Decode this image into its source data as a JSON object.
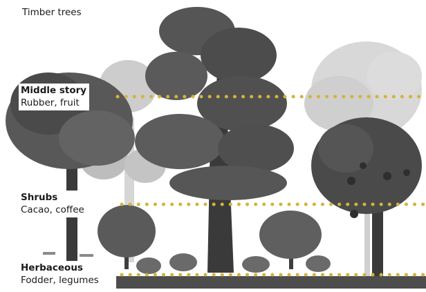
{
  "layers": [
    {
      "id": "timber",
      "title": "Timber trees"
    },
    {
      "id": "middle",
      "title": "Middle story",
      "subtitle": "Rubber, fruit"
    },
    {
      "id": "shrubs",
      "title": "Shrubs",
      "subtitle": "Cacao, coffee"
    },
    {
      "id": "herbaceous",
      "title": "Herbaceous",
      "subtitle": "Fodder, legumes"
    }
  ],
  "colors": {
    "dotted_line": "#d4b33a",
    "dark_foliage": "#4a4a4a",
    "mid_foliage": "#7c7c7c",
    "light_foliage": "#c9c9c9",
    "trunk": "#3a3a3a"
  }
}
